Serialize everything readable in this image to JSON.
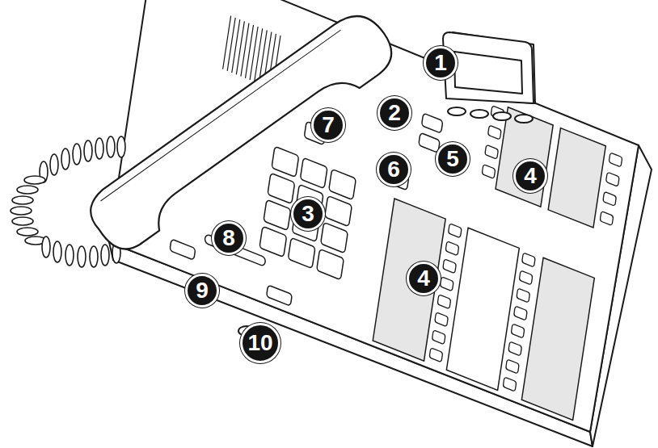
{
  "diagram": {
    "labels": [
      "1",
      "2",
      "7",
      "5",
      "6",
      "4",
      "3",
      "8",
      "4",
      "9",
      "10"
    ]
  }
}
